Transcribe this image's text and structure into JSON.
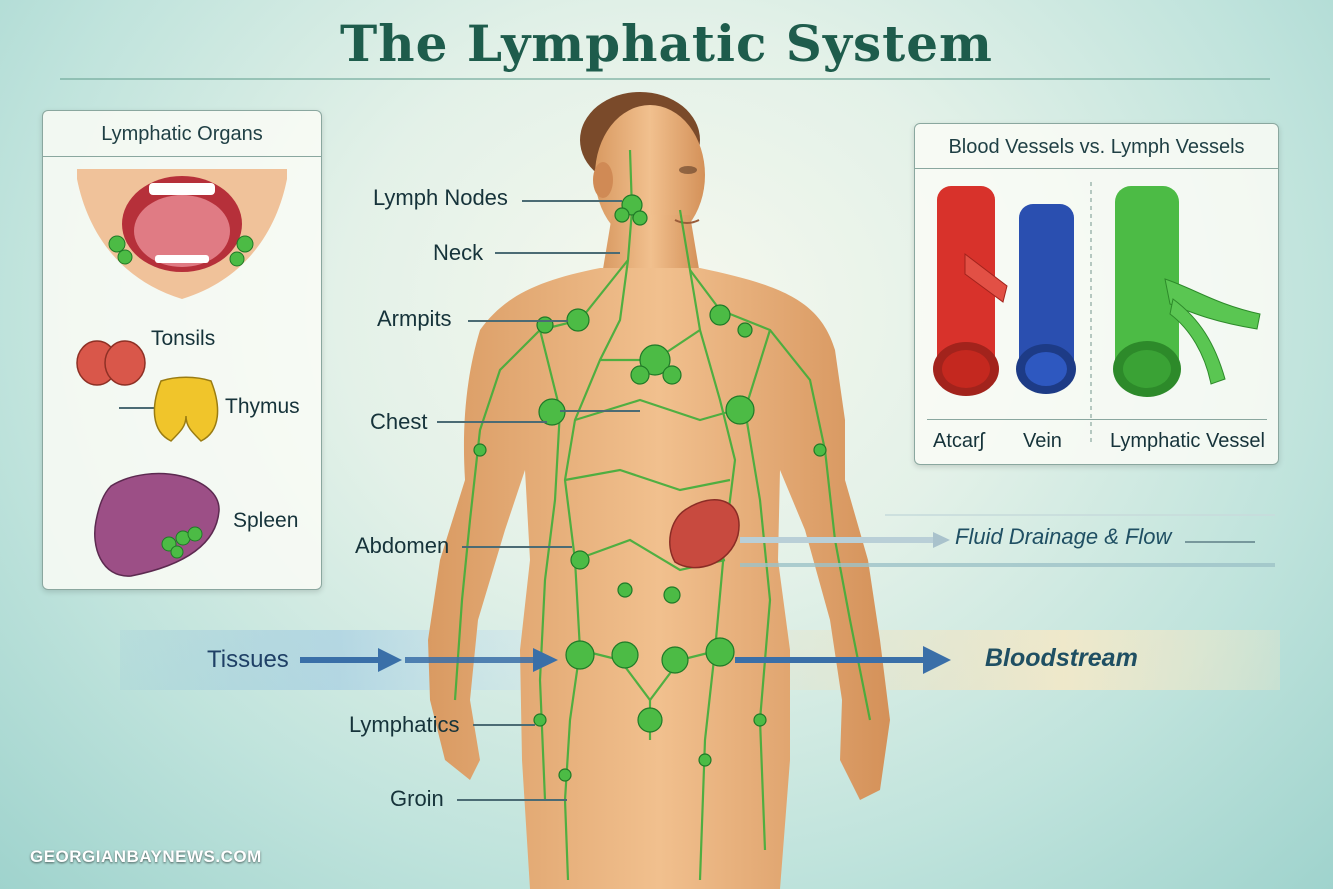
{
  "title": "The Lymphatic System",
  "organs_panel": {
    "title": "Lymphatic Organs",
    "labels": {
      "tonsils": "Tonsils",
      "thymus": "Thymus",
      "spleen": "Spleen"
    }
  },
  "body_labels": {
    "lymph_nodes": "Lymph Nodes",
    "neck": "Neck",
    "armpits": "Armpits",
    "chest": "Chest",
    "abdomen": "Abdomen",
    "lymphatics": "Lymphatics",
    "groin": "Groin"
  },
  "vessels_panel": {
    "title": "Blood Vessels vs. Lymph Vessels",
    "labels": {
      "artery": "Atcarʃ",
      "vein": "Vein",
      "lymphatic": "Lymphatic Vessel"
    }
  },
  "flow": {
    "drainage": "Fluid Drainage & Flow",
    "tissues": "Tissues",
    "bloodstream": "Bloodstream"
  },
  "credit": "GEORGIANBAYNEWS.COM",
  "colors": {
    "title": "#1e5c4c",
    "lymph_green": "#3fae3a",
    "artery_red": "#d8322b",
    "vein_blue": "#2a4fb0",
    "flow_blue": "#3a6fa8"
  }
}
